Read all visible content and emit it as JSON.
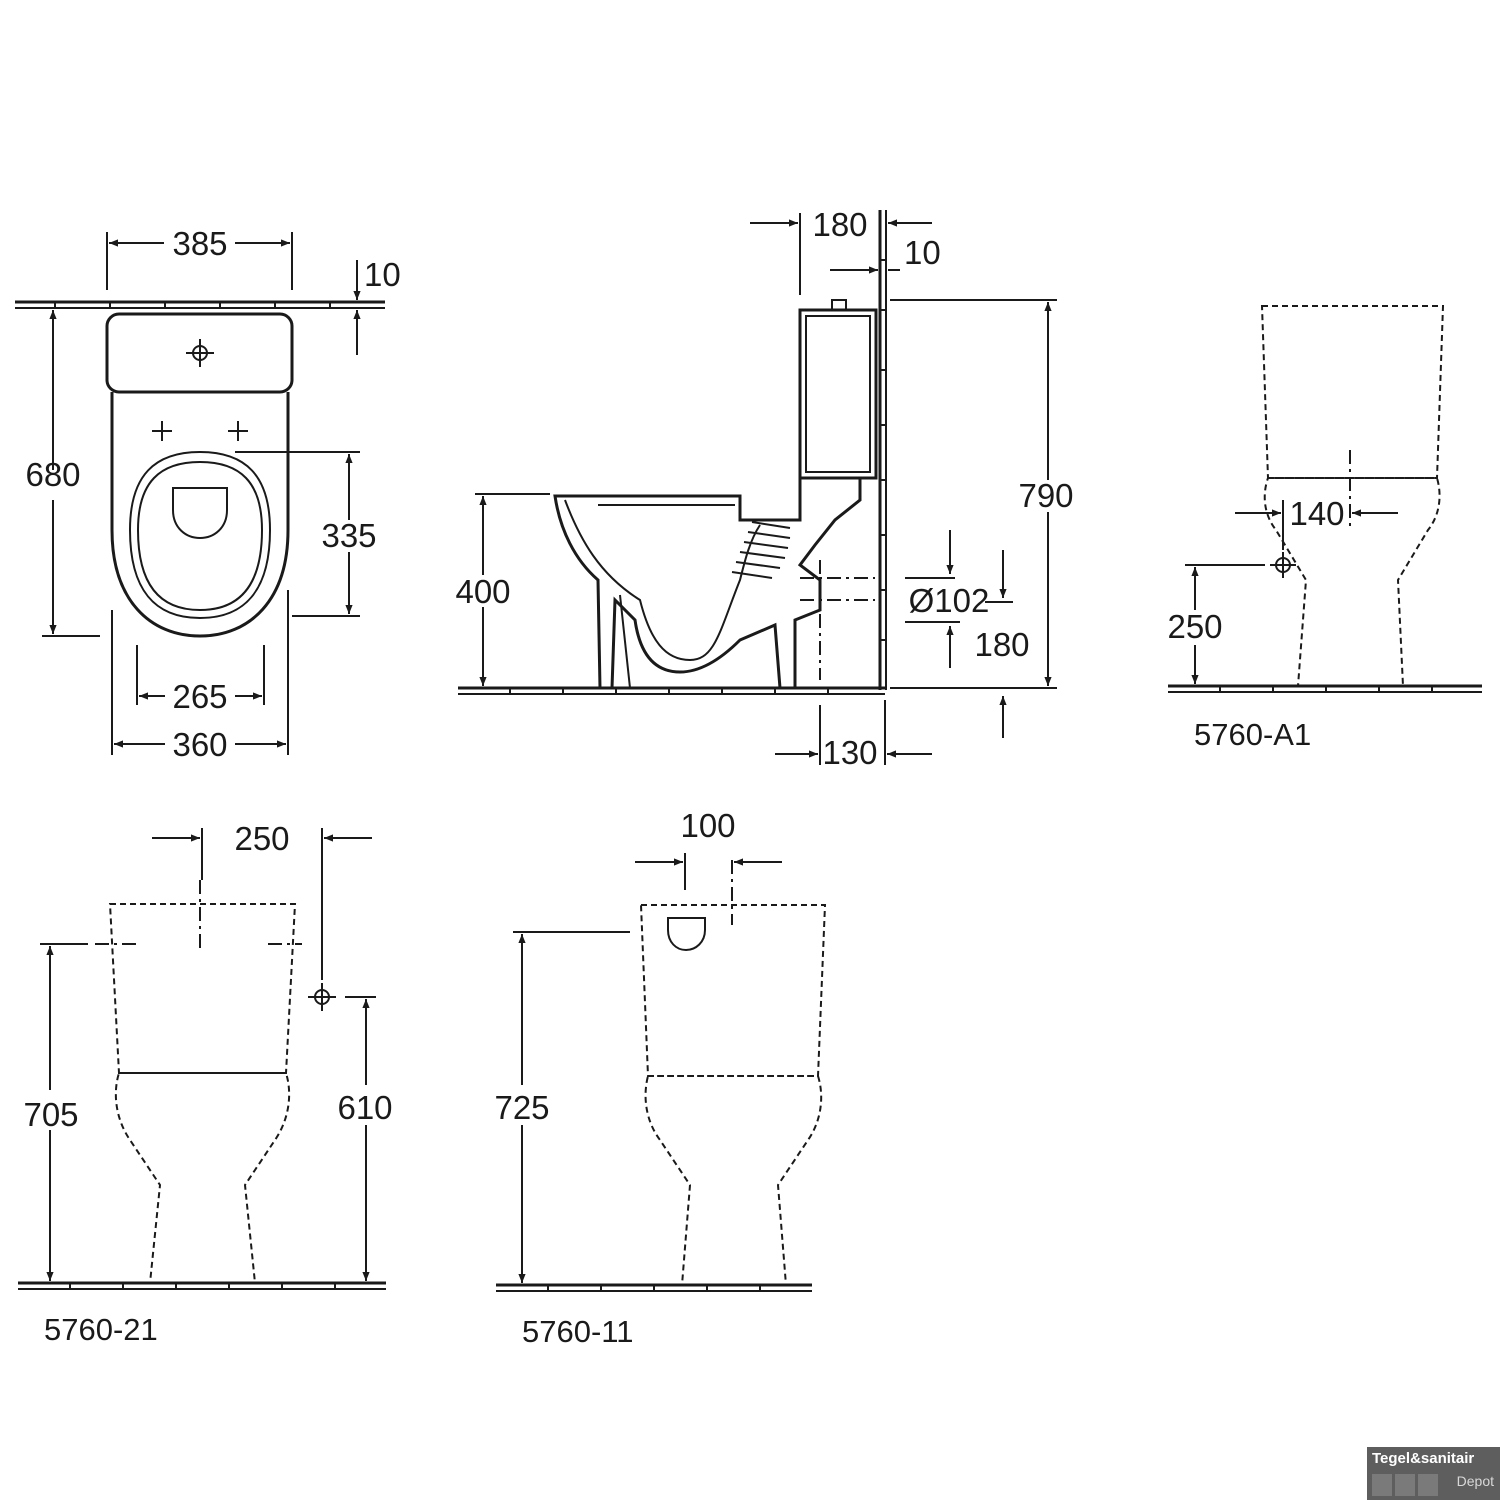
{
  "dimensions": {
    "top_view": {
      "tank_width": "385",
      "wall_gap": "10",
      "depth": "680",
      "bowl_length": "335",
      "bolt_spacing": "265",
      "base_width": "360"
    },
    "side_view": {
      "tank_offset": "180",
      "wall_gap": "10",
      "height": "790",
      "seat_height": "400",
      "outlet_diameter": "Ø102",
      "outlet_height": "180",
      "outlet_offset": "130"
    },
    "model_a1": {
      "inlet_offset": "140",
      "inlet_height": "250"
    },
    "model_21": {
      "inlet_spacing": "250",
      "height": "705",
      "inlet_height": "610"
    },
    "model_11": {
      "inlet_spacing": "100",
      "height": "725"
    }
  },
  "models": {
    "a1": "5760-A1",
    "m21": "5760-21",
    "m11": "5760-11"
  },
  "logo": {
    "line1": "Tegel&sanitair",
    "line2": "Depot"
  }
}
